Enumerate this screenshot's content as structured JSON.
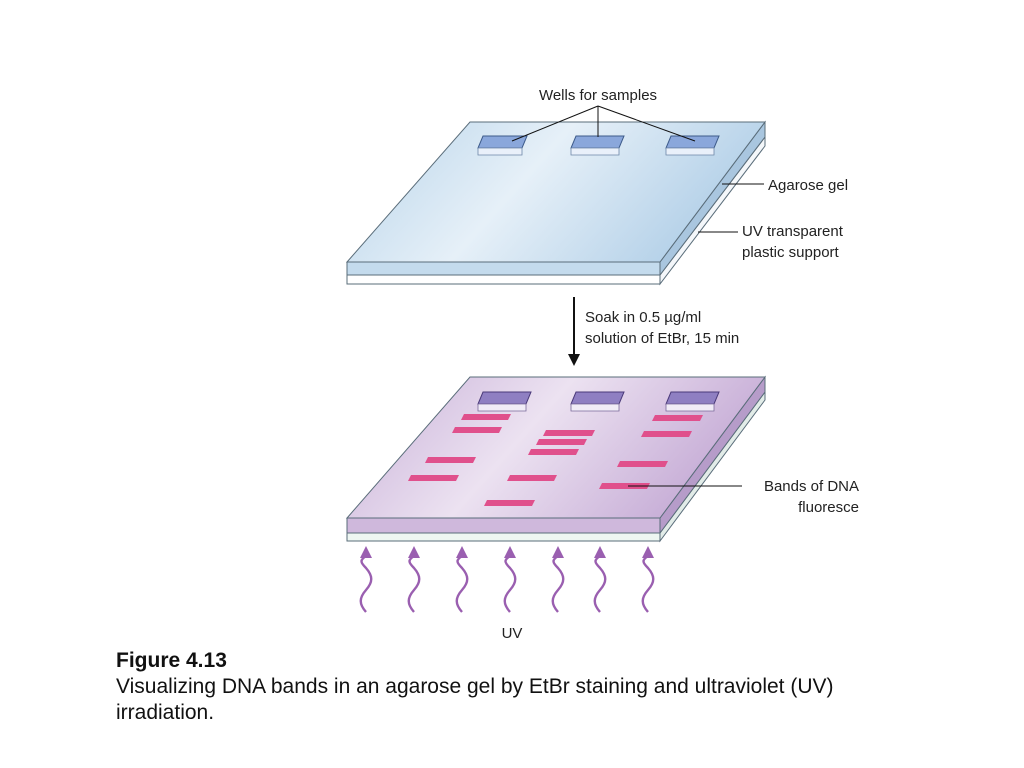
{
  "diagram": {
    "labels": {
      "wells": "Wells for samples",
      "agarose": "Agarose gel",
      "support_line1": "UV transparent",
      "support_line2": "plastic support",
      "soak_line1": "Soak in 0.5 µg/ml",
      "soak_line2": "solution of EtBr, 15 min",
      "bands_line1": "Bands of DNA",
      "bands_line2": "fluoresce",
      "uv": "UV"
    },
    "colors": {
      "top_gel": "#cfe3f0",
      "bottom_gel": "#dcc8e4",
      "wells_top": "#7f9fd6",
      "wells_bottom": "#8c7bbf",
      "bands": "#e0508c",
      "uv_arrows": "#9a5fb0"
    }
  },
  "caption": {
    "title": "Figure 4.13",
    "text": "Visualizing DNA bands in an agarose gel by EtBr staining and ultraviolet (UV) irradiation."
  }
}
